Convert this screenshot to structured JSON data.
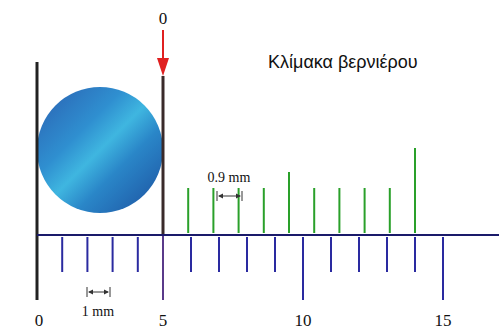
{
  "diagram": {
    "labels": [
      "0",
      "Κλίμακα βερνιέρου",
      "0.9 mm",
      "1 mm",
      "0",
      "5",
      "10",
      "15"
    ]
  }
}
